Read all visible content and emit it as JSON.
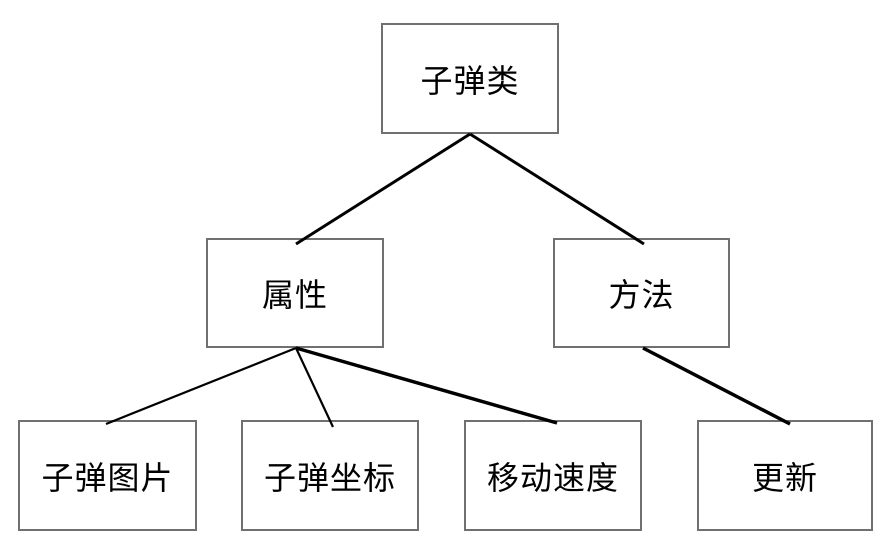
{
  "diagram": {
    "type": "tree",
    "nodes": [
      {
        "id": "bullet-class",
        "label": "子弹类",
        "level": 1
      },
      {
        "id": "attributes",
        "label": "属性",
        "level": 2
      },
      {
        "id": "methods",
        "label": "方法",
        "level": 2
      },
      {
        "id": "bullet-image",
        "label": "子弹图片",
        "level": 3
      },
      {
        "id": "bullet-coords",
        "label": "子弹坐标",
        "level": 3
      },
      {
        "id": "move-speed",
        "label": "移动速度",
        "level": 3
      },
      {
        "id": "update",
        "label": "更新",
        "level": 3
      }
    ],
    "edges": [
      {
        "from": "子弹类",
        "to": "属性"
      },
      {
        "from": "子弹类",
        "to": "方法"
      },
      {
        "from": "属性",
        "to": "子弹图片"
      },
      {
        "from": "属性",
        "to": "子弹坐标"
      },
      {
        "from": "属性",
        "to": "移动速度"
      },
      {
        "from": "方法",
        "to": "更新"
      }
    ],
    "colors": {
      "background": "#ffffff",
      "box_fill": "#ffffff",
      "box_border": "#707070",
      "connector": "#000000",
      "text": "#000000"
    }
  }
}
